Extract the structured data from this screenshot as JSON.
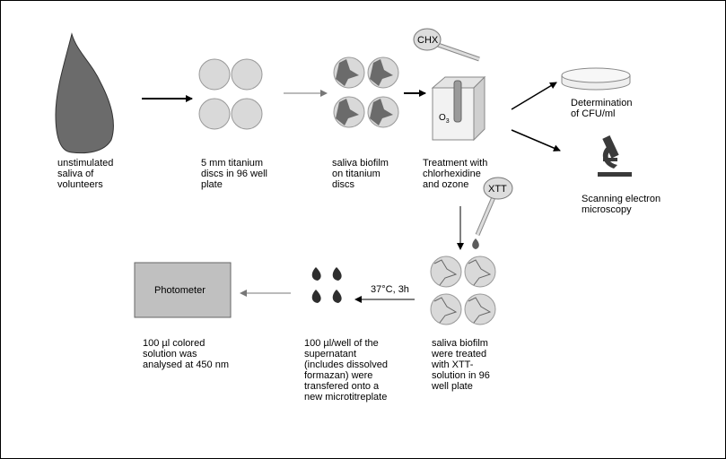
{
  "labels": {
    "saliva": "unstimulated\nsaliva of\nvolunteers",
    "discs": "5 mm titanium\ndiscs in 96 well\nplate",
    "biofilm": "saliva biofilm\non titanium\ndiscs",
    "treatment": "Treatment with\nchlorhexidine\nand ozone",
    "cfu": "Determination\nof CFU/ml",
    "sem": "Scanning electron\nmicroscopy",
    "xtt_treated": "saliva biofilm\nwere treated\nwith XTT-\nsolution in 96\nwell plate",
    "supernatant": "100 µl/well of the\nsupernatant\n(includes dissolved\nformazan) were\ntransfered onto a\nnew microtitreplate",
    "analysed": "100 µl colored\nsolution was\nanalysed at 450 nm"
  },
  "tags": {
    "chx": "CHX",
    "xtt": "XTT",
    "o3": "O",
    "o3_sub": "3",
    "incubation": "37°C, 3h",
    "photometer": "Photometer"
  },
  "colors": {
    "dark": "#6b6b6b",
    "disc": "#d9d9d9",
    "box": "#c0c0c0",
    "line": "#000000"
  }
}
